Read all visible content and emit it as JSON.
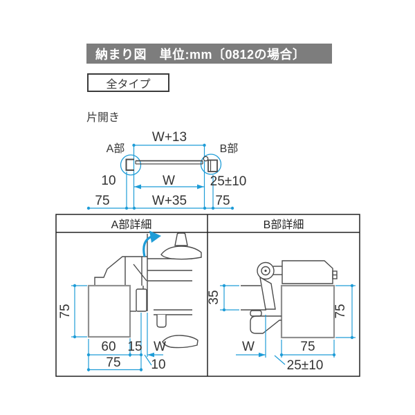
{
  "title_bar": {
    "text": "納まり図　単位:mm〔0812の場合〕"
  },
  "type_box": {
    "label": "全タイプ"
  },
  "opening_label": "片開き",
  "overview": {
    "part_a": "A部",
    "part_b": "B部",
    "dim_top": "W+13",
    "dim_left_gap": "10",
    "dim_width": "W",
    "dim_right_gap": "25±10",
    "dim_left_post": "75",
    "dim_total": "W+35",
    "dim_right_post": "75"
  },
  "detail_a": {
    "header": "A部詳細",
    "dim_post_height": "75",
    "dim_60": "60",
    "dim_15": "15",
    "dim_w": "W",
    "dim_75": "75",
    "dim_10": "10"
  },
  "detail_b": {
    "header": "B部詳細",
    "dim_35": "35",
    "dim_right_75": "75",
    "dim_w": "W",
    "dim_bottom_75": "75",
    "dim_gap": "25±10"
  },
  "colors": {
    "dimension_blue": "#1e9cd7",
    "title_bg": "#7d7d7d",
    "title_text": "#ffffff",
    "line_dark": "#4a4a4a",
    "line_gray": "#8f8f8f",
    "text_dark": "#333333"
  }
}
